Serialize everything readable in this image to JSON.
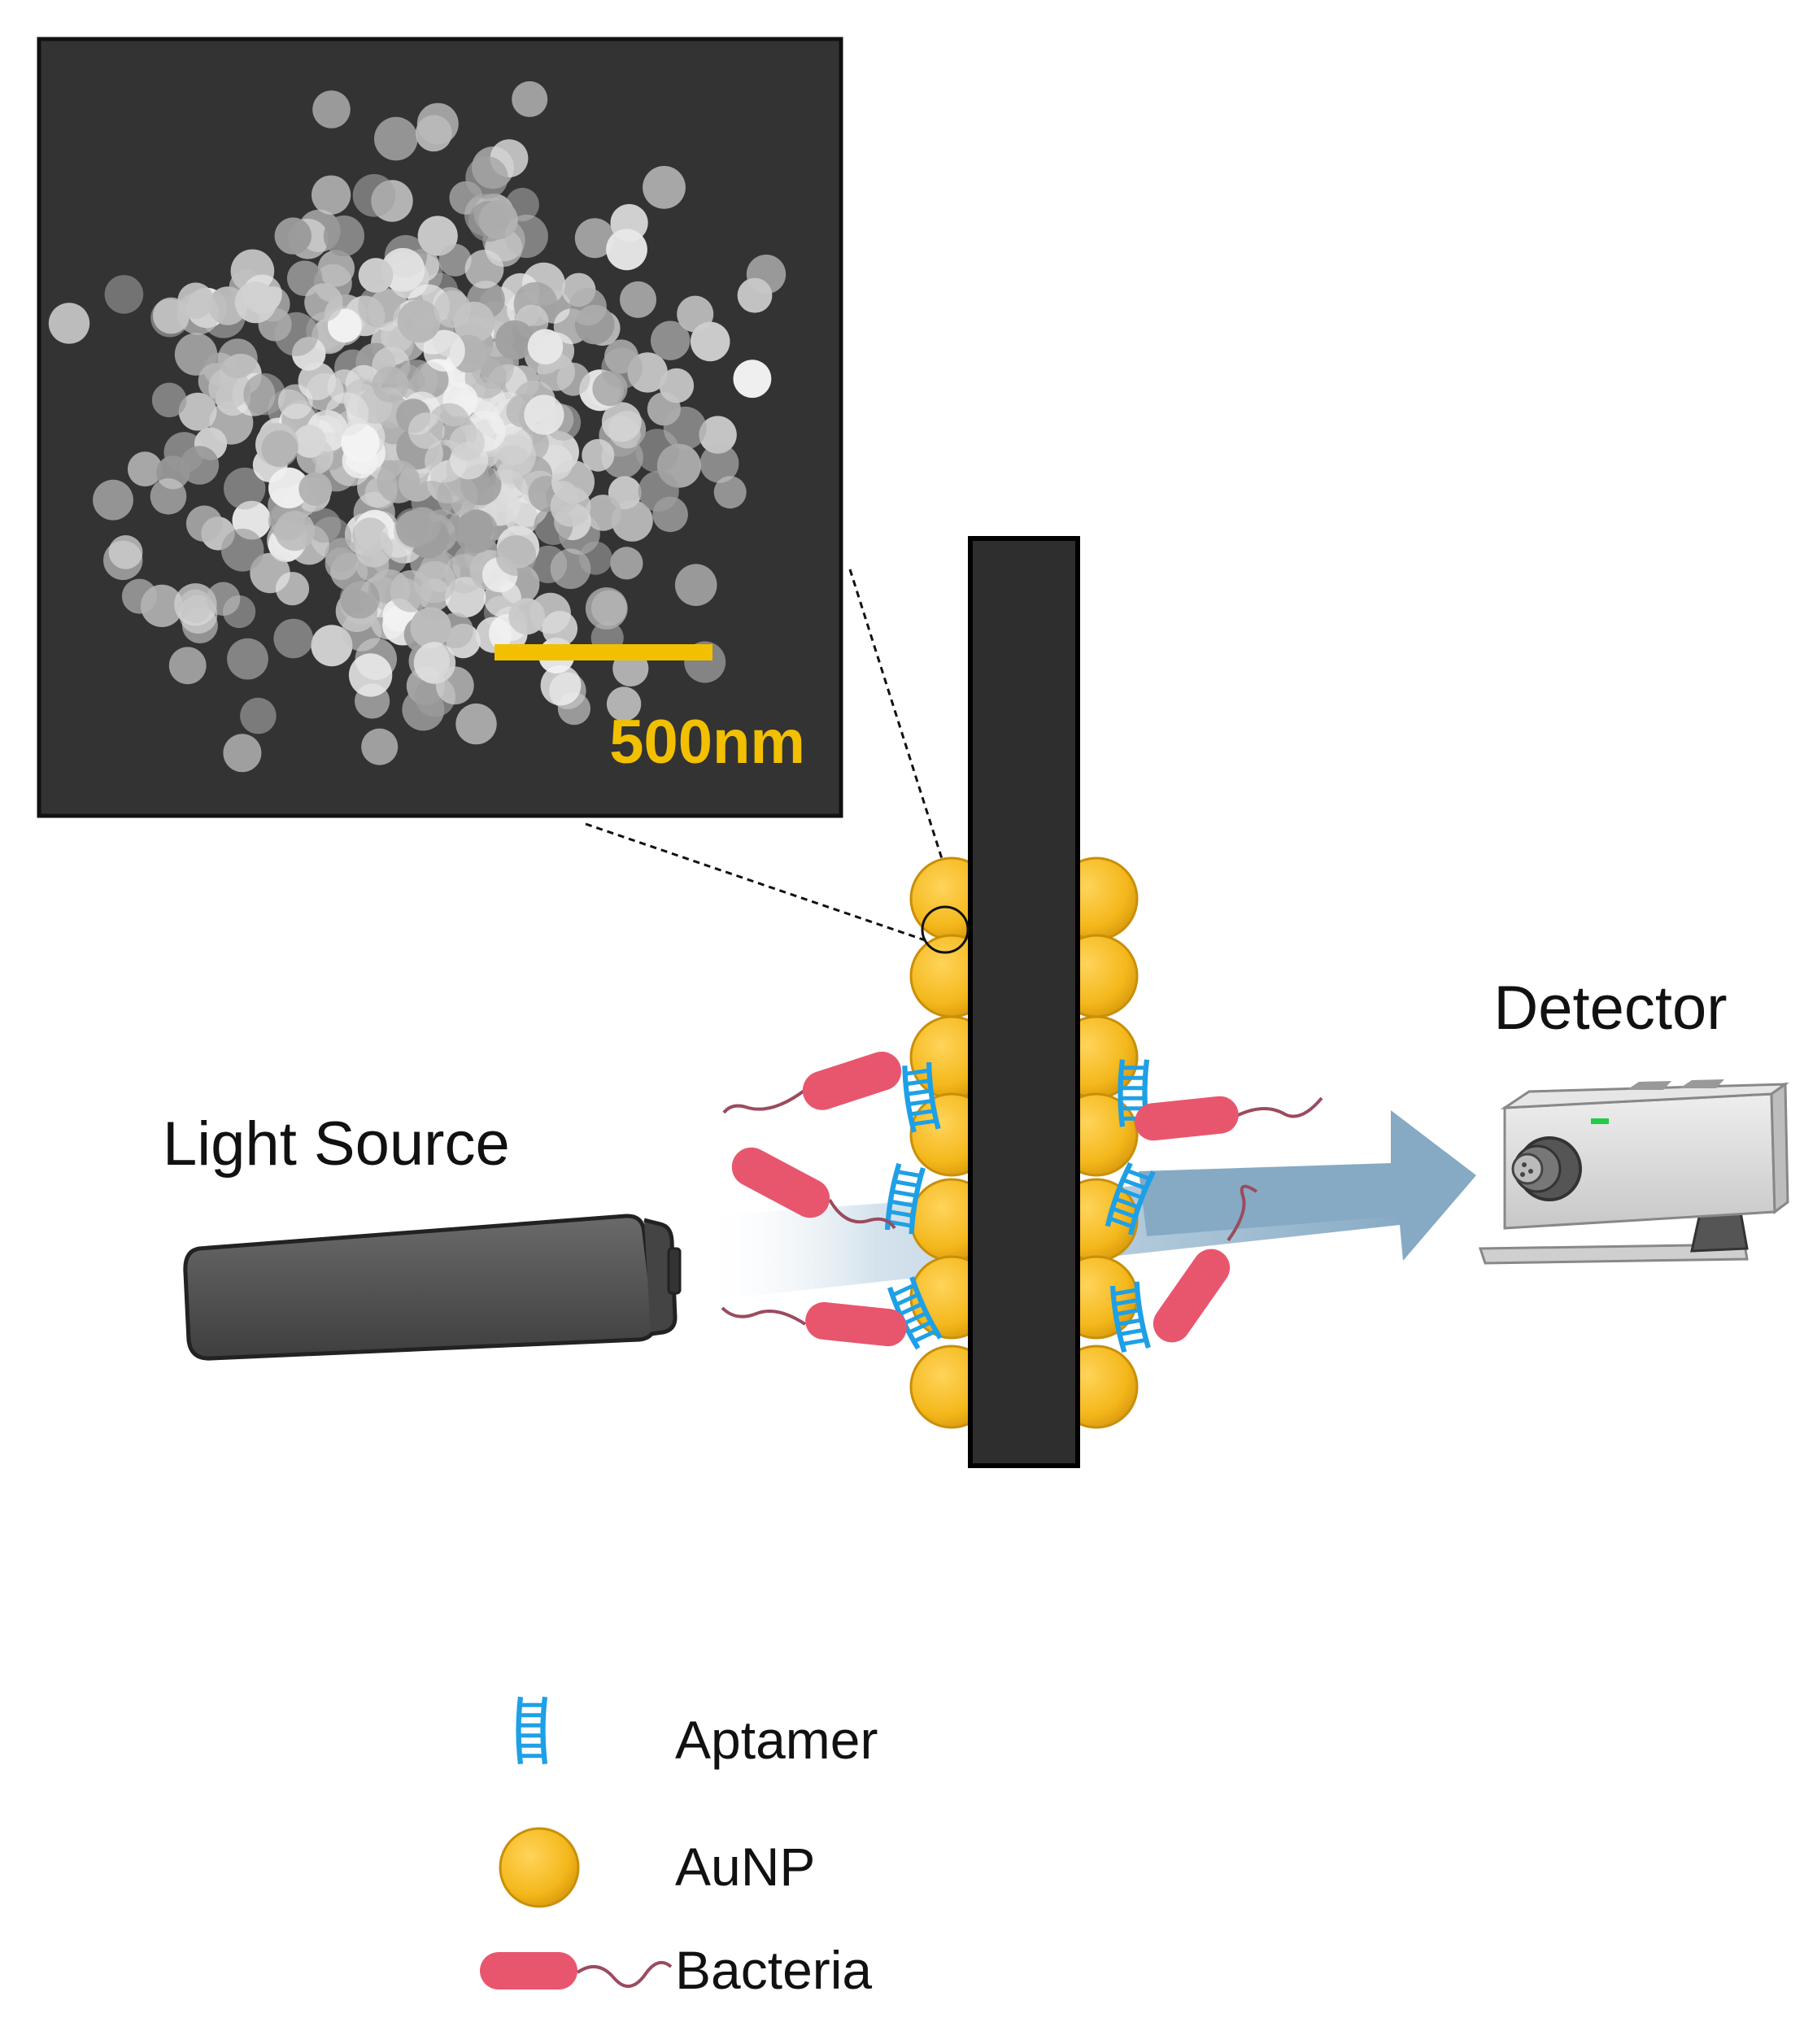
{
  "sem_panel": {
    "scale_bar_label": "500nm"
  },
  "labels": {
    "light_source": "Light Source",
    "detector": "Detector"
  },
  "legend": {
    "items": [
      {
        "key": "aptamer",
        "label": "Aptamer"
      },
      {
        "key": "aunp",
        "label": "AuNP"
      },
      {
        "key": "bacteria",
        "label": "Bacteria"
      }
    ]
  },
  "colors": {
    "sem_background": "#333333",
    "scale_bar": "#f2c000",
    "gold_particle": "#f4b81c",
    "gold_particle_edge": "#c98f0a",
    "aptamer": "#1ea0e6",
    "bacteria": "#e8566e",
    "flagella": "#9b4b5e",
    "fiber": "#2e2e2e",
    "light_beam": "#8aaec7",
    "light_source_body": "#555555",
    "detector_body": "#dcdcdc",
    "detector_indicator": "#22cc44"
  },
  "icons": [
    "aptamer-icon",
    "aunp-icon",
    "bacteria-icon",
    "light-source-icon",
    "detector-icon",
    "arrow-icon"
  ]
}
